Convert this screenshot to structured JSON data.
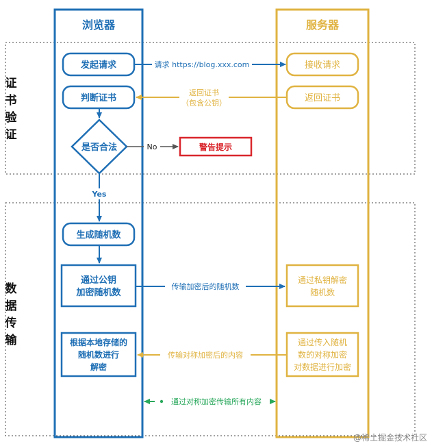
{
  "columns": {
    "browser": {
      "title": "浏览器",
      "color": "#1f6fb5"
    },
    "server": {
      "title": "服务器",
      "color": "#e0b341"
    }
  },
  "sections": {
    "cert_verify": [
      "证",
      "书",
      "验",
      "证"
    ],
    "data_transfer": [
      "数",
      "据",
      "传",
      "输"
    ]
  },
  "browser_nodes": {
    "initiate_request": "发起请求",
    "judge_cert": "判断证书",
    "is_legal": "是否合法",
    "gen_random": "生成随机数",
    "encrypt_random": [
      "通过公钥",
      "加密随机数"
    ],
    "decrypt": [
      "根据本地存储的",
      "随机数进行",
      "解密"
    ]
  },
  "server_nodes": {
    "receive_request": "接收请求",
    "return_cert": "返回证书",
    "decrypt_private": [
      "通过私钥解密",
      "随机数"
    ],
    "encrypt_symmetric": [
      "通过传入随机",
      "数的对称加密",
      "对数据进行加密"
    ]
  },
  "warning": {
    "label": "警告提示",
    "color": "#d9262c"
  },
  "edge_labels": {
    "request": "请求 https://blog.xxx.com",
    "return_cert": "返回证书",
    "return_cert_sub": "（包含公钥）",
    "no": "No",
    "yes": "Yes",
    "send_encrypted_random": "传输加密后的随机数",
    "send_encrypted_content": "传输对称加密后的内容",
    "all_symmetric": "通过对称加密传输所有内容"
  },
  "watermark": "@稀土掘金技术社区",
  "accent_green": "#2aa85c"
}
